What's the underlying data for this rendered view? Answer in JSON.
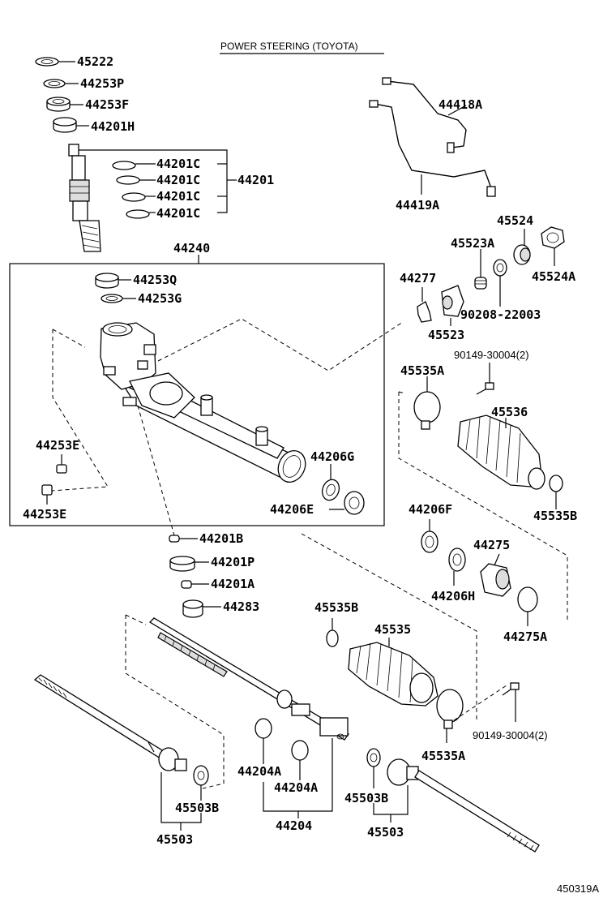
{
  "title": "POWER STEERING (TOYOTA)",
  "diagram_code": "450319A",
  "parts": [
    {
      "id": "p45222",
      "label": "45222"
    },
    {
      "id": "p44253P",
      "label": "44253P"
    },
    {
      "id": "p44253F",
      "label": "44253F"
    },
    {
      "id": "p44201H",
      "label": "44201H"
    },
    {
      "id": "p44201C_1",
      "label": "44201C"
    },
    {
      "id": "p44201C_2",
      "label": "44201C"
    },
    {
      "id": "p44201C_3",
      "label": "44201C"
    },
    {
      "id": "p44201C_4",
      "label": "44201C"
    },
    {
      "id": "p44201",
      "label": "44201"
    },
    {
      "id": "p44240",
      "label": "44240"
    },
    {
      "id": "p44253Q",
      "label": "44253Q"
    },
    {
      "id": "p44253G",
      "label": "44253G"
    },
    {
      "id": "p44253E_1",
      "label": "44253E"
    },
    {
      "id": "p44253E_2",
      "label": "44253E"
    },
    {
      "id": "p44206G",
      "label": "44206G"
    },
    {
      "id": "p44206E",
      "label": "44206E"
    },
    {
      "id": "p44201B",
      "label": "44201B"
    },
    {
      "id": "p44201P",
      "label": "44201P"
    },
    {
      "id": "p44201A",
      "label": "44201A"
    },
    {
      "id": "p44283",
      "label": "44283"
    },
    {
      "id": "p44418A",
      "label": "44418A"
    },
    {
      "id": "p44419A",
      "label": "44419A"
    },
    {
      "id": "p45524",
      "label": "45524"
    },
    {
      "id": "p45523A",
      "label": "45523A"
    },
    {
      "id": "p45524A",
      "label": "45524A"
    },
    {
      "id": "p44277",
      "label": "44277"
    },
    {
      "id": "p90208",
      "label": "90208-22003"
    },
    {
      "id": "p45523",
      "label": "45523"
    },
    {
      "id": "p90149_1",
      "label": "90149-30004(2)"
    },
    {
      "id": "p45535A_1",
      "label": "45535A"
    },
    {
      "id": "p45536",
      "label": "45536"
    },
    {
      "id": "p45535B_1",
      "label": "45535B"
    },
    {
      "id": "p44206F",
      "label": "44206F"
    },
    {
      "id": "p44275",
      "label": "44275"
    },
    {
      "id": "p44206H",
      "label": "44206H"
    },
    {
      "id": "p44275A",
      "label": "44275A"
    },
    {
      "id": "p45535B_2",
      "label": "45535B"
    },
    {
      "id": "p45535",
      "label": "45535"
    },
    {
      "id": "p90149_2",
      "label": "90149-30004(2)"
    },
    {
      "id": "p45535A_2",
      "label": "45535A"
    },
    {
      "id": "p44204A_1",
      "label": "44204A"
    },
    {
      "id": "p44204A_2",
      "label": "44204A"
    },
    {
      "id": "p44204",
      "label": "44204"
    },
    {
      "id": "p45503B_1",
      "label": "45503B"
    },
    {
      "id": "p45503_1",
      "label": "45503"
    },
    {
      "id": "p45503B_2",
      "label": "45503B"
    },
    {
      "id": "p45503_2",
      "label": "45503"
    }
  ]
}
